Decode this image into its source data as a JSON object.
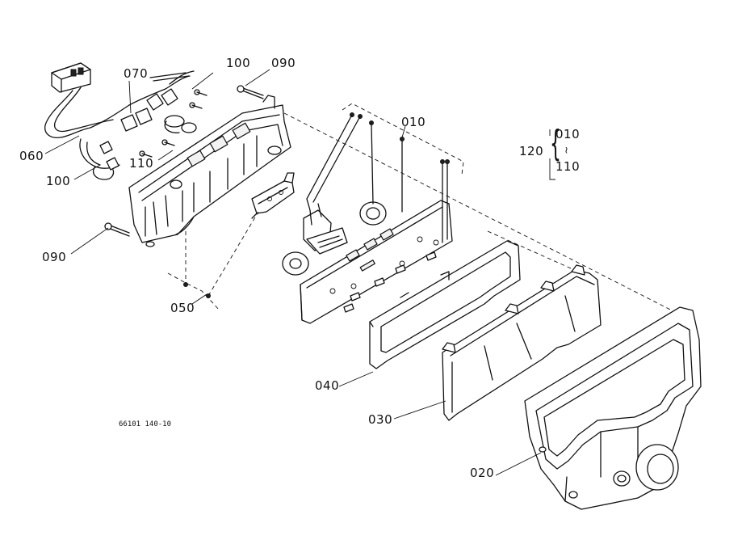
{
  "drawing_code": "66101 140-10",
  "callouts": {
    "p010": "010",
    "p020": "020",
    "p030": "030",
    "p040": "040",
    "p050": "050",
    "p060": "060",
    "p070": "070",
    "p090_top": "090",
    "p090_left": "090",
    "p100_top": "100",
    "p100_left": "100",
    "p110": "110"
  },
  "legend": {
    "assembly": "120",
    "from": "010",
    "range_mark": "~",
    "to": "110"
  }
}
